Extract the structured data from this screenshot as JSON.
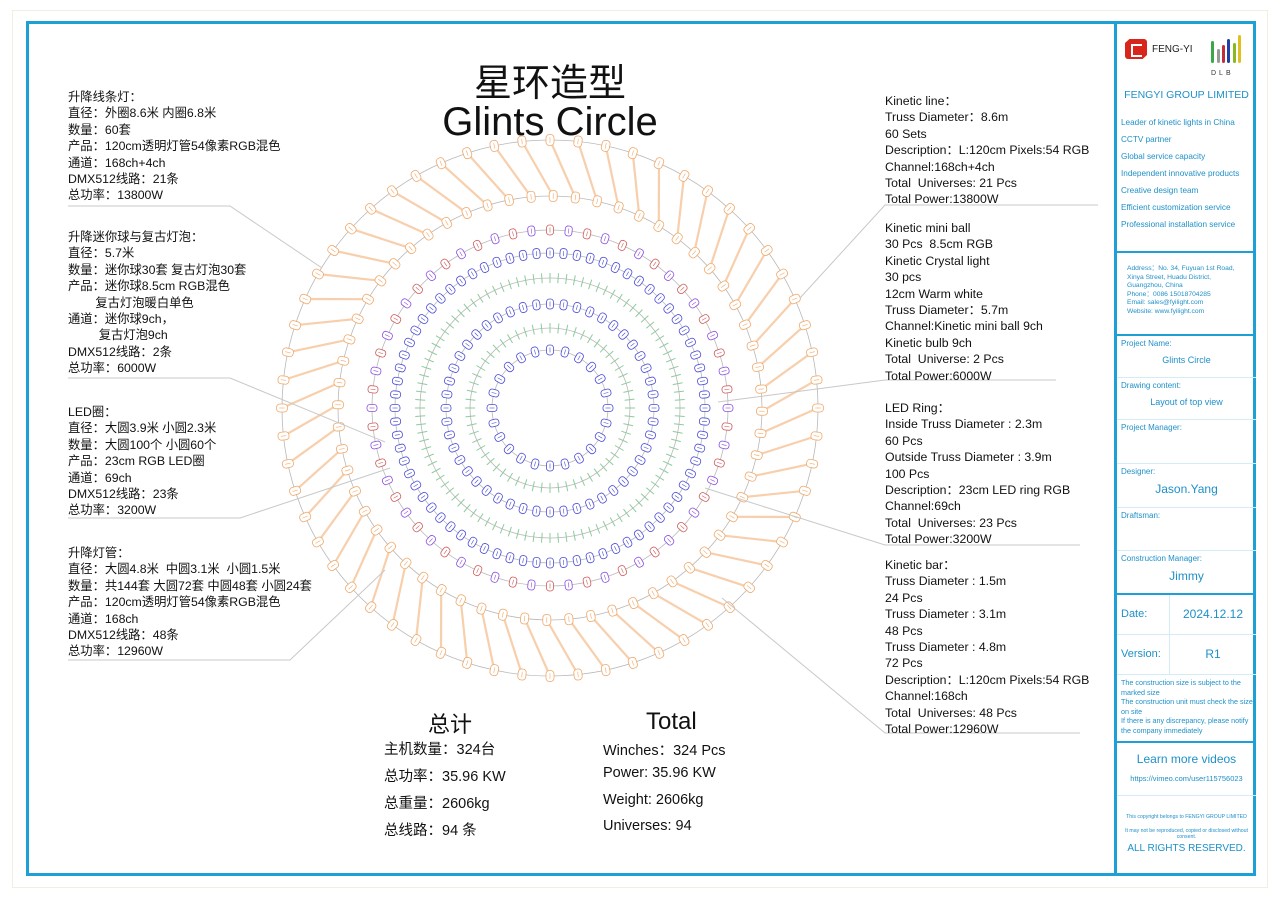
{
  "title": {
    "cn": "星环造型",
    "en": "Glints Circle"
  },
  "left_specs": [
    {
      "id": "kinetic-line-cn",
      "lines": [
        "升降线条灯：",
        "直径：外圈8.6米 内圈6.8米",
        "数量：60套",
        "产品：120cm透明灯管54像素RGB混色",
        "通道：168ch+4ch",
        "DMX512线路：21条",
        "总功率：13800W"
      ]
    },
    {
      "id": "mini-ball-cn",
      "lines": [
        "升降迷你球与复古灯泡：",
        "直径：5.7米",
        "数量：迷你球30套 复古灯泡30套",
        "产品：迷你球8.5cm RGB混色",
        "        复古灯泡暖白单色",
        "通道：迷你球9ch，",
        "         复古灯泡9ch",
        "DMX512线路：2条",
        "总功率：6000W"
      ]
    },
    {
      "id": "led-ring-cn",
      "lines": [
        "LED圈：",
        "直径：大圆3.9米 小圆2.3米",
        "数量：大圆100个 小圆60个",
        "产品：23cm RGB LED圈",
        "通道：69ch",
        "DMX512线路：23条",
        "总功率：3200W"
      ]
    },
    {
      "id": "kinetic-bar-cn",
      "lines": [
        "升降灯管：",
        "直径：大圆4.8米  中圆3.1米  小圆1.5米",
        "数量：共144套 大圆72套 中圆48套 小圆24套",
        "产品：120cm透明灯管54像素RGB混色",
        "通道：168ch",
        "DMX512线路：48条",
        "总功率：12960W"
      ]
    }
  ],
  "right_specs": [
    {
      "id": "kinetic-line-en",
      "lines": [
        "Kinetic line：",
        "Truss Diameter：8.6m",
        "60 Sets",
        "Description：L:120cm Pixels:54 RGB",
        "Channel:168ch+4ch",
        "Total  Universes: 21 Pcs",
        "Total Power:13800W"
      ]
    },
    {
      "id": "mini-ball-en",
      "lines": [
        "Kinetic mini ball",
        "30 Pcs  8.5cm RGB",
        "Kinetic Crystal light",
        "30 pcs",
        "12cm Warm white",
        "Truss Diameter：5.7m",
        "Channel:Kinetic mini ball 9ch",
        "Kinetic bulb 9ch",
        "Total  Universe: 2 Pcs",
        "Total Power:6000W"
      ]
    },
    {
      "id": "led-ring-en",
      "lines": [
        "LED Ring：",
        "Inside Truss Diameter : 2.3m",
        "60 Pcs",
        "Outside Truss Diameter : 3.9m",
        "100 Pcs",
        "Description：23cm LED ring RGB",
        "Channel:69ch",
        "Total  Universes: 23 Pcs",
        "Total Power:3200W"
      ]
    },
    {
      "id": "kinetic-bar-en",
      "lines": [
        "Kinetic bar：",
        "Truss Diameter : 1.5m",
        "24 Pcs",
        "Truss Diameter : 3.1m",
        "48 Pcs",
        "Truss Diameter : 4.8m",
        "72 Pcs",
        "Description：L:120cm Pixels:54 RGB",
        "Channel:168ch",
        "Total  Universes: 48 Pcs",
        "Total Power:12960W"
      ]
    }
  ],
  "totals": {
    "cn": {
      "heading": "总计",
      "winches": "主机数量：324台",
      "power": "总功率：35.96 KW",
      "weight": "总重量：2606kg",
      "universes": "总线路：94 条"
    },
    "en": {
      "heading": "Total",
      "winches": "Winches：324 Pcs",
      "power": "Power: 35.96 KW",
      "weight": "Weight: 2606kg",
      "universes": "Universes: 94"
    }
  },
  "title_block": {
    "logo_fengyi": "FENG-YI",
    "logo_dlb": "DLB",
    "company": "FENGYI GROUP LIMITED",
    "features": [
      "Leader of kinetic lights in China",
      "CCTV partner",
      "Global service capacity",
      "Independent innovative products",
      "Creative design team",
      "Efficient customization service",
      "Professional installation service"
    ],
    "address_lines": [
      "Address：No. 34, Fuyuan 1st Road,",
      "Xinya Street,  Huadu District,",
      "Guangzhou, China",
      "Phone：0086 15018704285",
      "Email: sales@fyilight.com",
      "Website: www.fyilight.com"
    ],
    "project_name_label": "Project Name:",
    "project_name": "Glints Circle",
    "drawing_content_label": "Drawing content:",
    "drawing_content": "Layout of top view",
    "project_manager_label": "Project Manager:",
    "project_manager": "",
    "designer_label": "Designer:",
    "designer": "Jason.Yang",
    "draftsman_label": "Draftsman:",
    "draftsman": "",
    "construction_manager_label": "Construction Manager:",
    "construction_manager": "Jimmy",
    "date_label": "Date:",
    "date": "2024.12.12",
    "version_label": "Version:",
    "version": "R1",
    "notes": [
      "The construction size is subject to the marked size",
      "The construction unit must check the size on site",
      "If there is any discrepancy, please notify the company immediately"
    ],
    "videos_label": "Learn more videos",
    "videos_url": "https://vimeo.com/user115756023",
    "copyright_1": "This copyright belongs to FENGYI GROUP LIMITED",
    "copyright_2": "It may not be reproduced, copied or disclosed without consent.",
    "rights": "ALL  RIGHTS  RESERVED."
  },
  "colors": {
    "frame": "#1ea0d6",
    "title_block_text": "#1e90c8",
    "kinetic_line": "#f0a868",
    "mini_ball": "#8a4ee0",
    "crystal_bulb": "#d05a5a",
    "kinetic_bar": "#4a4ad8",
    "led_ring": "#8ccc9a",
    "truss": "#b8b8b8"
  },
  "diagram": {
    "outer_ring_count": 60,
    "mini_ring_count": 60,
    "bar_rings": [
      72,
      48,
      24
    ],
    "led_rings": [
      100,
      60
    ]
  }
}
